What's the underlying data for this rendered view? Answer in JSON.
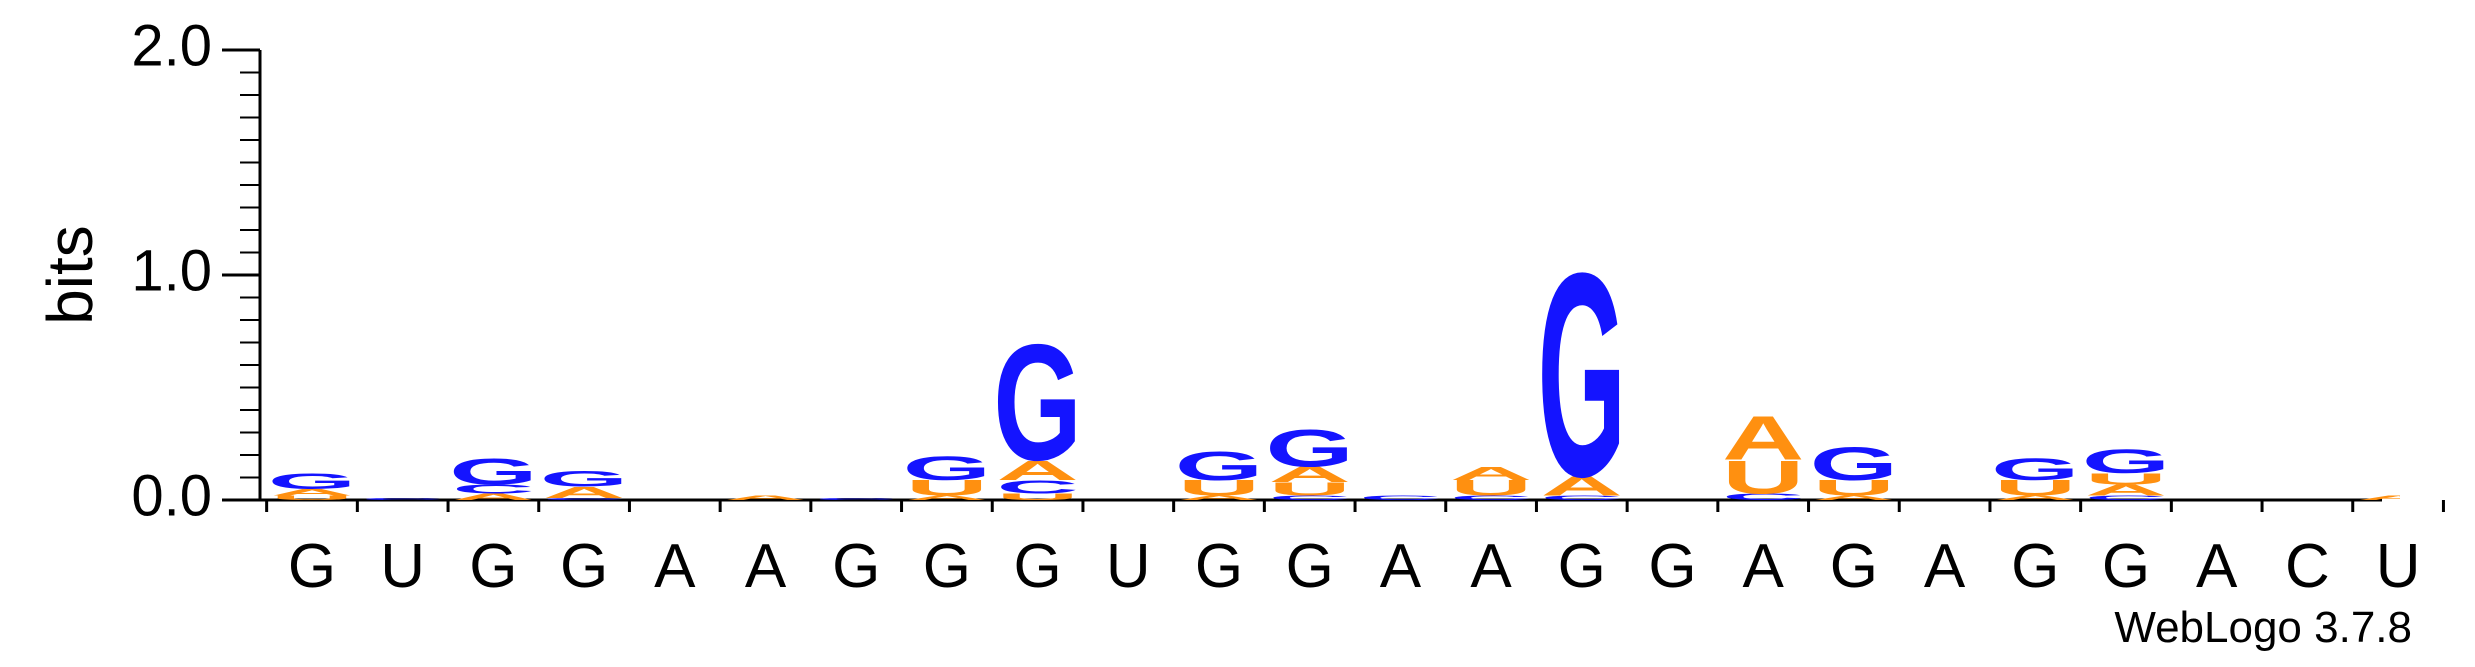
{
  "chart_data": {
    "type": "sequence-logo",
    "title": "",
    "ylabel": "bits",
    "ylim": [
      0,
      2.0
    ],
    "yticks": [
      "0.0",
      "1.0",
      "2.0"
    ],
    "credit": "WebLogo 3.7.8",
    "colors": {
      "G": "#1414ff",
      "A": "#ff9010",
      "U": "#ff9010",
      "C": "#1414ff"
    },
    "positions": [
      {
        "label": "G",
        "stack": [
          {
            "letter": "U",
            "bits": 0.02
          },
          {
            "letter": "A",
            "bits": 0.03
          },
          {
            "letter": "G",
            "bits": 0.07
          }
        ]
      },
      {
        "label": "U",
        "stack": [
          {
            "letter": "C",
            "bits": 0.01
          }
        ]
      },
      {
        "label": "G",
        "stack": [
          {
            "letter": "A",
            "bits": 0.03
          },
          {
            "letter": "C",
            "bits": 0.04
          },
          {
            "letter": "G",
            "bits": 0.12
          }
        ]
      },
      {
        "label": "G",
        "stack": [
          {
            "letter": "C",
            "bits": 0.01
          },
          {
            "letter": "A",
            "bits": 0.05
          },
          {
            "letter": "G",
            "bits": 0.07
          }
        ]
      },
      {
        "label": "A",
        "stack": []
      },
      {
        "label": "A",
        "stack": [
          {
            "letter": "A",
            "bits": 0.02
          }
        ]
      },
      {
        "label": "G",
        "stack": [
          {
            "letter": "C",
            "bits": 0.01
          }
        ]
      },
      {
        "label": "G",
        "stack": [
          {
            "letter": "A",
            "bits": 0.02
          },
          {
            "letter": "U",
            "bits": 0.07
          },
          {
            "letter": "G",
            "bits": 0.11
          }
        ]
      },
      {
        "label": "G",
        "stack": [
          {
            "letter": "U",
            "bits": 0.03
          },
          {
            "letter": "C",
            "bits": 0.06
          },
          {
            "letter": "A",
            "bits": 0.09
          },
          {
            "letter": "G",
            "bits": 0.53
          }
        ]
      },
      {
        "label": "U",
        "stack": []
      },
      {
        "label": "G",
        "stack": [
          {
            "letter": "A",
            "bits": 0.02
          },
          {
            "letter": "U",
            "bits": 0.07
          },
          {
            "letter": "G",
            "bits": 0.13
          }
        ]
      },
      {
        "label": "G",
        "stack": [
          {
            "letter": "C",
            "bits": 0.02
          },
          {
            "letter": "U",
            "bits": 0.06
          },
          {
            "letter": "A",
            "bits": 0.07
          },
          {
            "letter": "G",
            "bits": 0.17
          }
        ]
      },
      {
        "label": "A",
        "stack": [
          {
            "letter": "C",
            "bits": 0.02
          }
        ]
      },
      {
        "label": "A",
        "stack": [
          {
            "letter": "C",
            "bits": 0.02
          },
          {
            "letter": "U",
            "bits": 0.07
          },
          {
            "letter": "A",
            "bits": 0.06
          }
        ]
      },
      {
        "label": "G",
        "stack": [
          {
            "letter": "C",
            "bits": 0.02
          },
          {
            "letter": "A",
            "bits": 0.09
          },
          {
            "letter": "G",
            "bits": 0.93
          }
        ]
      },
      {
        "label": "G",
        "stack": []
      },
      {
        "label": "A",
        "stack": [
          {
            "letter": "C",
            "bits": 0.03
          },
          {
            "letter": "U",
            "bits": 0.15
          },
          {
            "letter": "A",
            "bits": 0.2
          }
        ]
      },
      {
        "label": "G",
        "stack": [
          {
            "letter": "A",
            "bits": 0.02
          },
          {
            "letter": "U",
            "bits": 0.07
          },
          {
            "letter": "G",
            "bits": 0.15
          }
        ]
      },
      {
        "label": "A",
        "stack": []
      },
      {
        "label": "G",
        "stack": [
          {
            "letter": "A",
            "bits": 0.02
          },
          {
            "letter": "U",
            "bits": 0.07
          },
          {
            "letter": "G",
            "bits": 0.1
          }
        ]
      },
      {
        "label": "G",
        "stack": [
          {
            "letter": "C",
            "bits": 0.02
          },
          {
            "letter": "A",
            "bits": 0.05
          },
          {
            "letter": "U",
            "bits": 0.05
          },
          {
            "letter": "G",
            "bits": 0.11
          }
        ]
      },
      {
        "label": "A",
        "stack": []
      },
      {
        "label": "C",
        "stack": []
      },
      {
        "label": "U",
        "stack": [
          {
            "letter": "A",
            "bits": 0.02
          }
        ]
      }
    ]
  }
}
